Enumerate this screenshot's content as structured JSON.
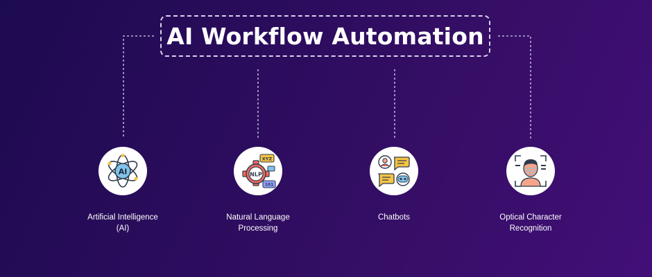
{
  "title": "AI Workflow Automation",
  "nodes": [
    {
      "label_line1": "Artificial Intelligence",
      "label_line2": "(AI)",
      "icon": "atom-ai-icon",
      "icon_text": "AI"
    },
    {
      "label_line1": "Natural Language",
      "label_line2": "Processing",
      "icon": "nlp-gear-icon",
      "icon_text": "NLP",
      "icon_text2": "XYZ",
      "icon_text3": "101"
    },
    {
      "label_line1": "Chatbots",
      "label_line2": "",
      "icon": "chatbot-icon"
    },
    {
      "label_line1": "Optical Character",
      "label_line2": "Recognition",
      "icon": "face-scan-icon"
    }
  ],
  "colors": {
    "background_start": "#1d0b4f",
    "background_end": "#420f78",
    "line": "#d9d2ec"
  }
}
